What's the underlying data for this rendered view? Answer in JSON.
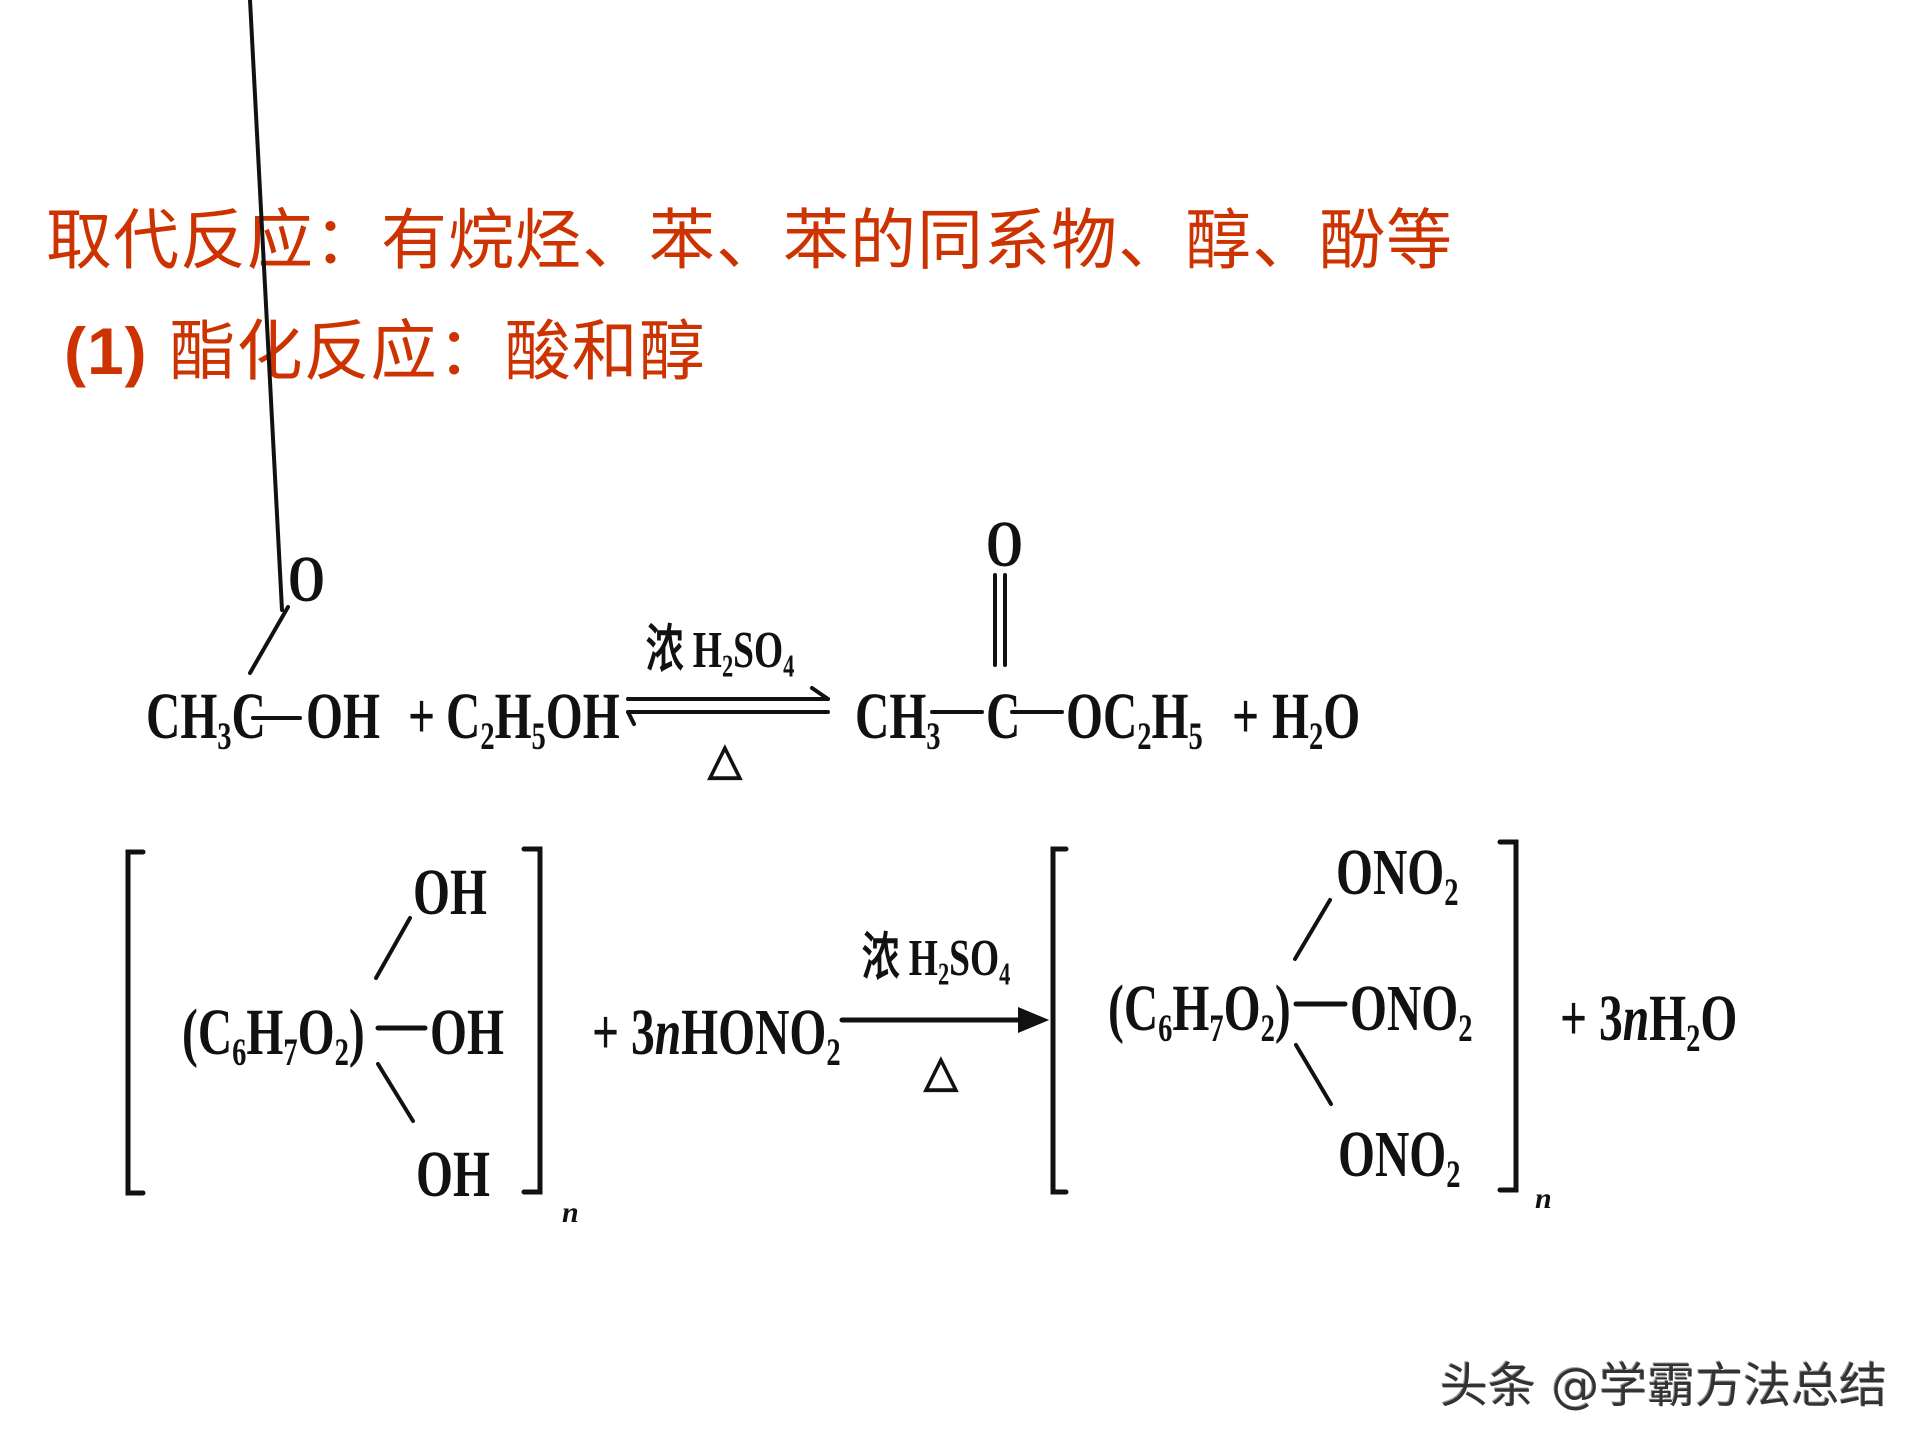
{
  "slide": {
    "title_line1": "取代反应：有烷烃、苯、苯的同系物、醇、酚等",
    "title_line2_number": "(1)",
    "title_line2_text": "酯化反应：酸和醇",
    "title_color": "#cc3300"
  },
  "reaction1": {
    "reactant1": {
      "carbonyl_o": "O",
      "main_a": "CH",
      "main_a_sub": "3",
      "main_b": "C",
      "main_c": "OH"
    },
    "plus1": "+",
    "reactant2": {
      "a": "C",
      "a_sub": "2",
      "b": "H",
      "b_sub": "5",
      "c": "OH"
    },
    "condition_top_zh": "浓",
    "condition_top_a": "H",
    "condition_top_a_sub": "2",
    "condition_top_b": "SO",
    "condition_top_b_sub": "4",
    "condition_bottom": "△",
    "arrow_type": "reversible",
    "product1": {
      "carbonyl_o": "O",
      "a": "CH",
      "a_sub": "3",
      "b": "C",
      "c": "OC",
      "c_sub": "2",
      "d": "H",
      "d_sub": "5"
    },
    "plus2": "+",
    "product2": {
      "a": "H",
      "a_sub": "2",
      "b": "O"
    }
  },
  "reaction2": {
    "reactant1": {
      "group_open": "(C",
      "group_sub1": "6",
      "group_h": "H",
      "group_sub2": "7",
      "group_o": "O",
      "group_sub3": "2",
      "group_close": ")",
      "substituents": [
        "OH",
        "OH",
        "OH"
      ],
      "repeat": "n"
    },
    "plus1": "+ 3",
    "n": "n",
    "reactant2": {
      "a": "HONO",
      "a_sub": "2"
    },
    "condition_top_zh": "浓",
    "condition_top_a": "H",
    "condition_top_a_sub": "2",
    "condition_top_b": "SO",
    "condition_top_b_sub": "4",
    "condition_bottom": "△",
    "arrow_type": "forward",
    "product1": {
      "group_open": "(C",
      "group_sub1": "6",
      "group_h": "H",
      "group_sub2": "7",
      "group_o": "O",
      "group_sub3": "2",
      "group_close": ")",
      "substituent_main": "ONO",
      "substituent_sub": "2",
      "repeat": "n"
    },
    "plus2": "+ 3",
    "n2": "n",
    "product2": {
      "a": "H",
      "a_sub": "2",
      "b": "O"
    }
  },
  "watermark": "头条 @学霸方法总结"
}
